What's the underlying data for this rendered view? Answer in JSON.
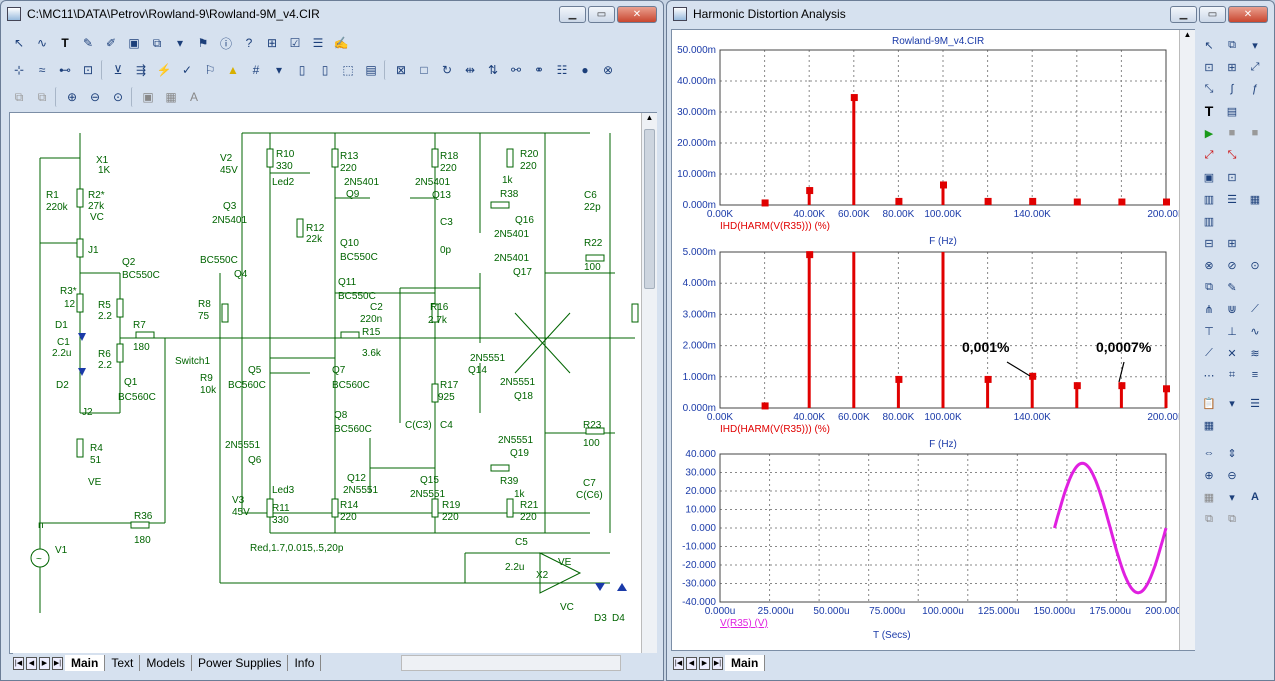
{
  "left_window": {
    "title": "C:\\MC11\\DATA\\Petrov\\Rowland-9\\Rowland-9M_v4.CIR",
    "tabs": [
      "Main",
      "Text",
      "Models",
      "Power Supplies",
      "Info"
    ],
    "active_tab": "Main"
  },
  "right_window": {
    "title": "Harmonic Distortion Analysis",
    "tabs": [
      "Main"
    ],
    "active_tab": "Main"
  },
  "schematic": {
    "labels": [
      "X1",
      "1K",
      "R1",
      "220k",
      "R2*",
      "27k",
      "VC",
      "J1",
      "Q2",
      "BC550C",
      "R3*",
      "12",
      "R5",
      "2.2",
      "D1",
      "C1",
      "2.2u",
      "R6",
      "2.2",
      "R7",
      "180",
      "D2",
      "Q1",
      "BC560C",
      "J2",
      "R4",
      "51",
      "VE",
      "V1",
      "R36",
      "180",
      "n",
      "R10",
      "330",
      "Led2",
      "V2",
      "45V",
      "Q3",
      "2N5401",
      "R12",
      "22k",
      "R13",
      "220",
      "2N5401",
      "Q9",
      "Q10",
      "BC550C",
      "Q11",
      "BC550C",
      "BC550C",
      "Q4",
      "R8",
      "75",
      "Switch1",
      "R9",
      "10k",
      "Q5",
      "BC560C",
      "Q7",
      "BC560C",
      "Q8",
      "BC560C",
      "2N5551",
      "Q6",
      "V3",
      "45V",
      "Led3",
      "R11",
      "330",
      "R14",
      "220",
      "Q12",
      "2N5551",
      "Red,1.7,0.015,.5,20p",
      "R18",
      "220",
      "2N5401",
      "Q13",
      "C3",
      "0p",
      "C2",
      "220n",
      "R15",
      "3.6k",
      "R16",
      "2.7k",
      "2N5551",
      "Q14",
      "R17",
      "925",
      "C(C3)",
      "C4",
      "Q15",
      "2N5551",
      "R19",
      "220",
      "R20",
      "220",
      "1k",
      "R38",
      "Q16",
      "2N5401",
      "2N5401",
      "Q17",
      "2N5551",
      "Q18",
      "2N5551",
      "Q19",
      "R39",
      "1k",
      "R21",
      "220",
      "C6",
      "22p",
      "R22",
      "100",
      "R23",
      "100",
      "C7",
      "C(C6)",
      "C5",
      "2.2u",
      "X2",
      "VE",
      "VC",
      "D3",
      "D4"
    ]
  },
  "plot": {
    "title": "Rowland-9M_v4.CIR",
    "annotations": [
      "0,001%",
      "0,0007%"
    ]
  },
  "chart_data": [
    {
      "type": "bar",
      "title": "Rowland-9M_v4.CIR",
      "series_label": "IHD(HARM(V(R35))) (%)",
      "xlabel": "F (Hz)",
      "x_ticks": [
        "0.00K",
        "40.00K",
        "60.00K",
        "80.00K",
        "100.00K",
        "140.00K",
        "200.00K"
      ],
      "y_ticks": [
        "0.000m",
        "10.000m",
        "20.000m",
        "30.000m",
        "40.000m",
        "50.000m"
      ],
      "ylim": [
        0,
        50
      ],
      "x": [
        20,
        40,
        60,
        80,
        100,
        120,
        140,
        160,
        180,
        200
      ],
      "values": [
        0.5,
        4.5,
        34.5,
        1.0,
        6.3,
        1.0,
        1.0,
        0.8,
        0.8,
        0.8
      ],
      "color": "#e00000"
    },
    {
      "type": "bar",
      "series_label": "IHD(HARM(V(R35))) (%)",
      "xlabel": "F (Hz)",
      "x_ticks": [
        "0.00K",
        "40.00K",
        "60.00K",
        "80.00K",
        "100.00K",
        "140.00K",
        "200.00K"
      ],
      "y_ticks": [
        "0.000m",
        "1.000m",
        "2.000m",
        "3.000m",
        "4.000m",
        "5.000m"
      ],
      "ylim": [
        0,
        5
      ],
      "x": [
        20,
        40,
        60,
        80,
        100,
        120,
        140,
        160,
        180,
        200
      ],
      "values": [
        0.05,
        4.9,
        5.0,
        0.9,
        5.0,
        0.9,
        1.0,
        0.7,
        0.7,
        0.6
      ],
      "color": "#e00000"
    },
    {
      "type": "line",
      "series_label": "V(R35) (V)",
      "xlabel": "T (Secs)",
      "x_ticks": [
        "0.000u",
        "25.000u",
        "50.000u",
        "75.000u",
        "100.000u",
        "125.000u",
        "150.000u",
        "175.000u",
        "200.000u"
      ],
      "y_ticks": [
        "-40.000",
        "-30.000",
        "-20.000",
        "-10.000",
        "0.000",
        "10.000",
        "20.000",
        "30.000",
        "40.000"
      ],
      "xlim": [
        0,
        200
      ],
      "ylim": [
        -40,
        40
      ],
      "sine": {
        "t_start": 150,
        "t_end": 200,
        "amplitude": 35,
        "period_us": 50
      },
      "color": "#e020e0"
    }
  ],
  "icons": {
    "left_toolbar_1": [
      "pointer-icon",
      "wire-icon",
      "text-icon",
      "pen-icon",
      "brush-icon",
      "window-icon",
      "component-icon",
      "dropdown-icon",
      "flag-icon",
      "info-icon",
      "help-icon",
      "tree-icon",
      "checklist-icon",
      "table-icon",
      "edit-icon"
    ],
    "left_toolbar_2": [
      "node-icon",
      "numbers-icon",
      "pin-icon",
      "grid-icon",
      "probe-icon",
      "bus-icon",
      "bolt-icon",
      "check-icon",
      "flag-icon",
      "warning-icon",
      "grid2-icon",
      "dropdown-icon",
      "page-icon",
      "page2-icon",
      "select-icon",
      "props-icon",
      "box-icon",
      "rect-icon",
      "rotate-icon",
      "mirror-icon",
      "flip-icon",
      "binoculars-icon",
      "binoculars2-icon",
      "list-icon",
      "stop-icon",
      "close-icon"
    ],
    "left_toolbar_3": [
      "copy-icon",
      "paste-icon",
      "zoom-in-icon",
      "zoom-out-icon",
      "zoom-fit-icon",
      "camera-icon",
      "grid3-icon",
      "text2-icon"
    ]
  }
}
